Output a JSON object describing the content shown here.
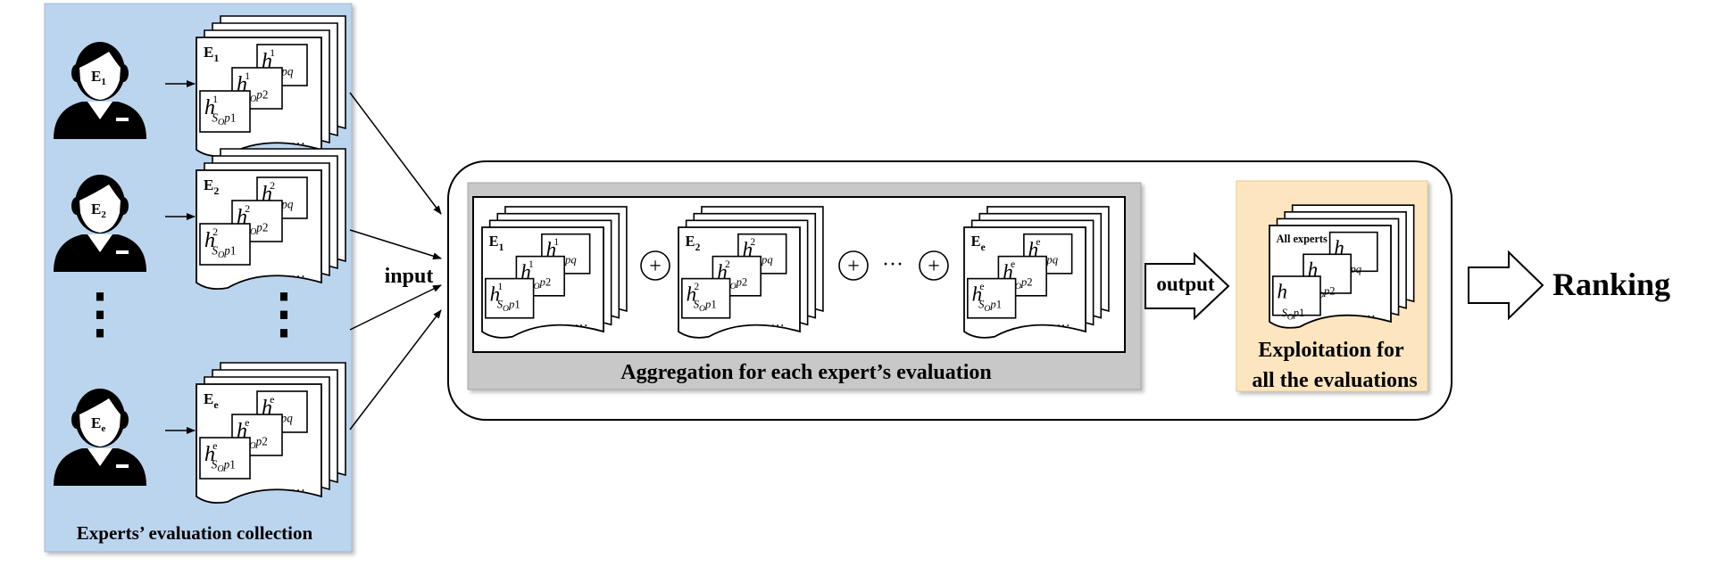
{
  "left_panel": {
    "title": "Experts’ evaluation collection",
    "vdots": "⋮",
    "experts": [
      {
        "avatar_label": "E",
        "avatar_sub": "1",
        "doc_label": "E",
        "doc_sub": "1",
        "sup": "1"
      },
      {
        "avatar_label": "E",
        "avatar_sub": "2",
        "doc_label": "E",
        "doc_sub": "2",
        "sup": "2"
      },
      {
        "avatar_label": "E",
        "avatar_sub": "e",
        "doc_label": "E",
        "doc_sub": "e",
        "sup": "e"
      }
    ]
  },
  "input_label": "input",
  "aggregation": {
    "label": "Aggregation for each expert’s evaluation",
    "plus": "+",
    "ellipsis": "···",
    "docs": [
      {
        "label": "E",
        "sub": "1",
        "sup": "1"
      },
      {
        "label": "E",
        "sub": "2",
        "sup": "2"
      },
      {
        "label": "E",
        "sub": "e",
        "sup": "e"
      }
    ]
  },
  "output_label": "output",
  "exploitation": {
    "doc_label": "All experts",
    "label_line1": "Exploitation for",
    "label_line2": "all the evaluations"
  },
  "ranking_label": "Ranking",
  "h_symbol": "h",
  "s_symbol": "S",
  "o_symbol": "O",
  "p_symbol": "p",
  "index_1": "1",
  "index_2": "2",
  "index_q": "q",
  "dots": "…",
  "colors": {
    "left_panel": "#bcd5ee",
    "agg_panel": "#c8c8c8",
    "exploit_panel": "#fde6bf",
    "ink": "#000000"
  }
}
